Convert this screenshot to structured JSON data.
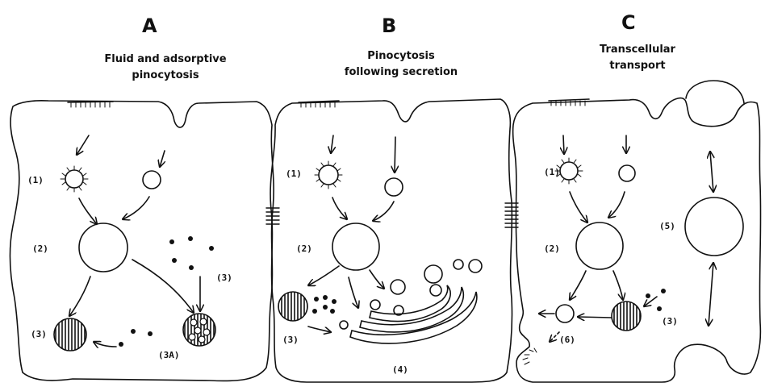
{
  "panels": [
    {
      "letter": "A",
      "title": [
        "Fluid and adsorptive",
        "pinocytosis"
      ]
    },
    {
      "letter": "B",
      "title": [
        "Pinocytosis",
        "following secretion"
      ]
    },
    {
      "letter": "C",
      "title": [
        "Transcellular",
        "transport"
      ]
    }
  ],
  "labels": {
    "a1": "(1)",
    "a2": "(2)",
    "a3_right": "(3)",
    "a3_left": "(3)",
    "a3A": "(3A)",
    "b1": "(1)",
    "b2": "(2)",
    "b3": "(3)",
    "b4": "(4)",
    "c1": "(1)",
    "c2": "(2)",
    "c3": "(3)",
    "c5": "(5)",
    "c6": "(6)"
  }
}
